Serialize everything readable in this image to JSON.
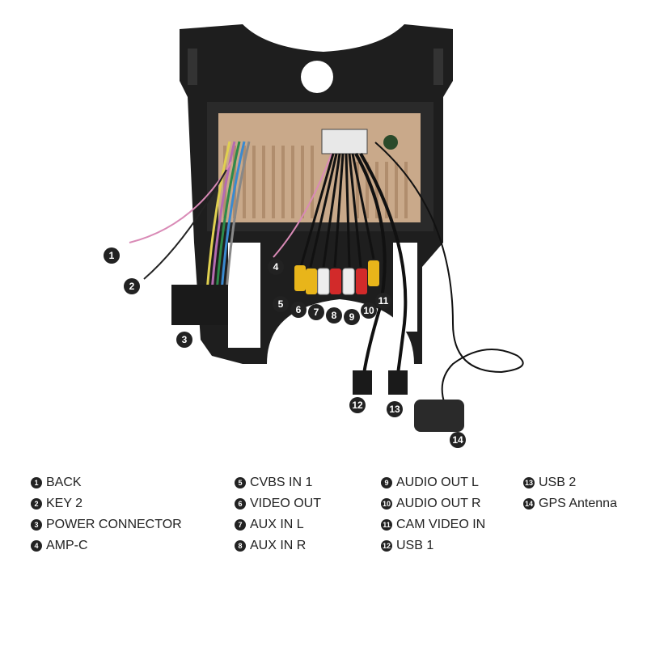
{
  "callouts": [
    "1",
    "2",
    "3",
    "4",
    "5",
    "6",
    "7",
    "8",
    "9",
    "10",
    "11",
    "12",
    "13",
    "14"
  ],
  "legend": {
    "col1": [
      {
        "num": "1",
        "label": "BACK"
      },
      {
        "num": "2",
        "label": "KEY 2"
      },
      {
        "num": "3",
        "label": "POWER CONNECTOR"
      },
      {
        "num": "4",
        "label": "AMP-C"
      }
    ],
    "col2": [
      {
        "num": "5",
        "label": "CVBS IN 1"
      },
      {
        "num": "6",
        "label": "VIDEO OUT"
      },
      {
        "num": "7",
        "label": "AUX IN L"
      },
      {
        "num": "8",
        "label": "AUX IN R"
      }
    ],
    "col3": [
      {
        "num": "9",
        "label": "AUDIO OUT L"
      },
      {
        "num": "10",
        "label": "AUDIO OUT R"
      },
      {
        "num": "11",
        "label": "CAM VIDEO IN"
      },
      {
        "num": "12",
        "label": "USB 1"
      }
    ],
    "col4": [
      {
        "num": "13",
        "label": "USB 2"
      },
      {
        "num": "14",
        "label": "GPS Antenna"
      }
    ]
  },
  "colors": {
    "frame": "#1e1e1e",
    "board": "#c9a98a",
    "rca_yellow": "#e8b51a",
    "rca_white": "#eeeeee",
    "rca_red": "#d22a2a",
    "cable": "#111111",
    "callout": "#222222"
  }
}
